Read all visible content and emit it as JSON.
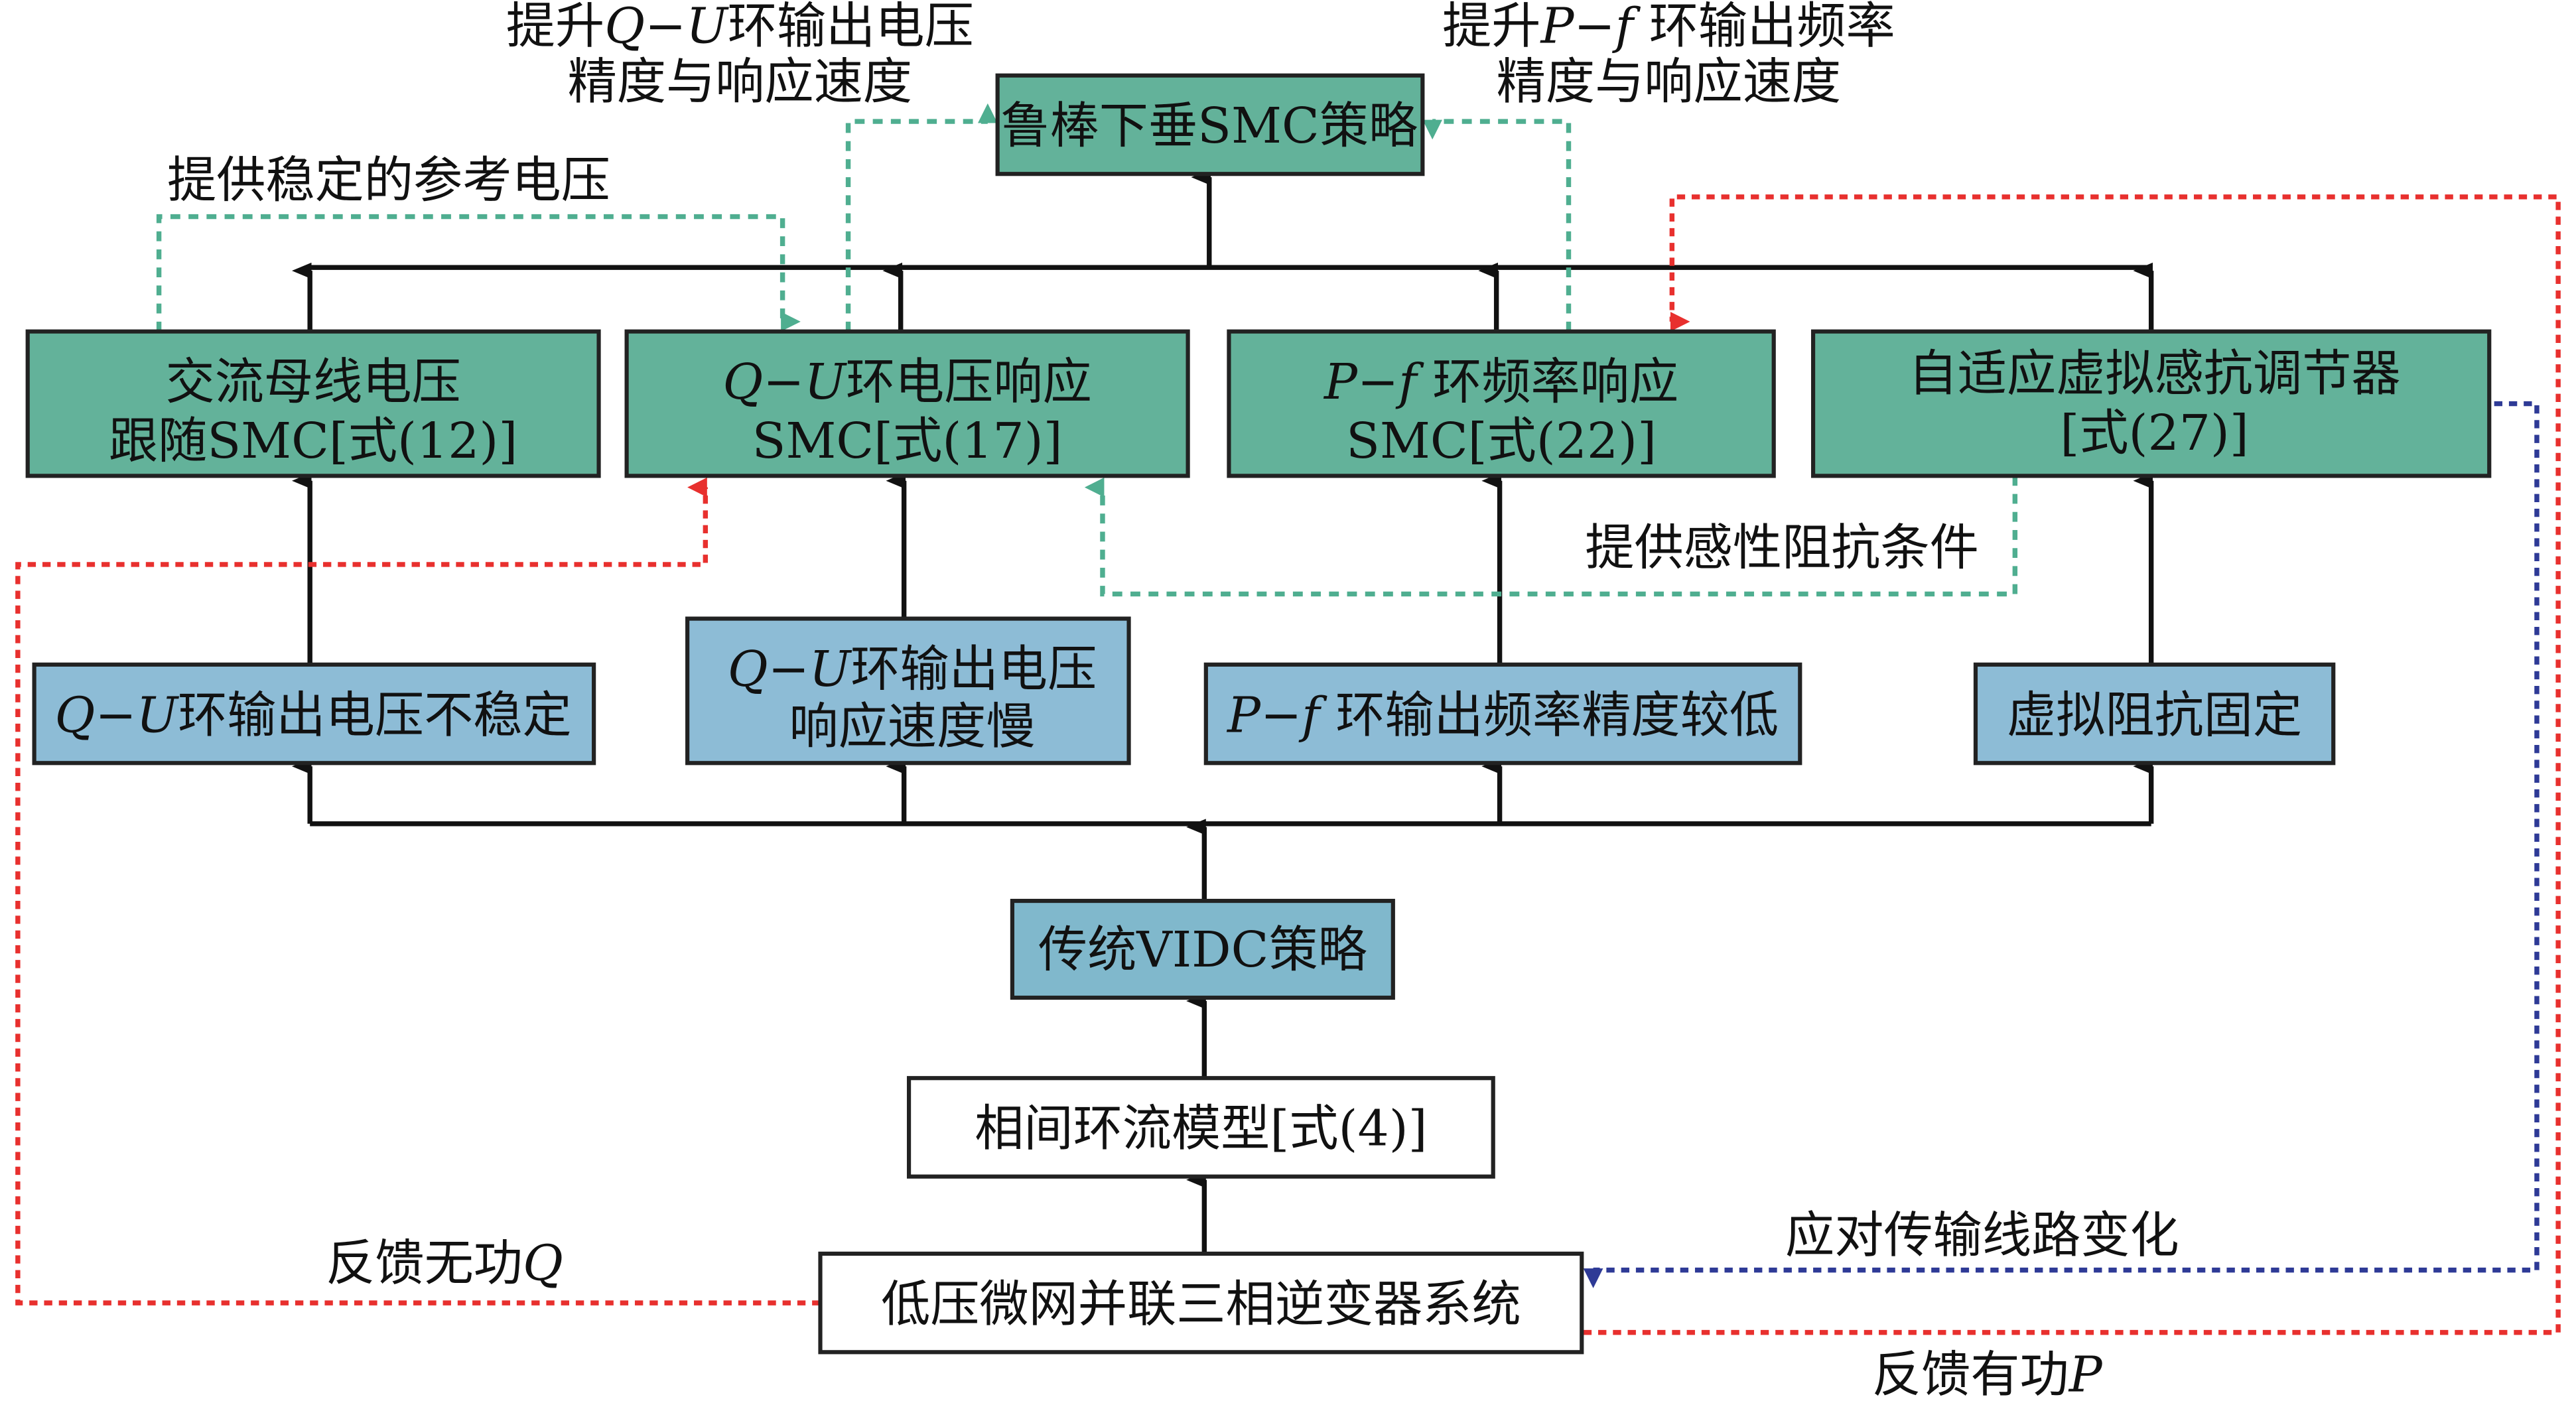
{
  "colors": {
    "smc_box": "#63b29a",
    "problem_box": "#8dbcd6",
    "white_box": "#ffffff",
    "green_dash": "#4fae90",
    "red_dash": "#e8302e",
    "blue_dash": "#2e3a96",
    "solid_arrow": "#111111"
  },
  "top": {
    "robust_droop": "鲁棒下垂SMC策略"
  },
  "smc_boxes": [
    {
      "line1": "交流母线电压",
      "line2": "跟随SMC[式(12)]"
    },
    {
      "line1_var": "Q−U",
      "line1": "环电压响应",
      "line2": "SMC[式(17)]"
    },
    {
      "line1_var": "P−f",
      "line1": " 环频率响应",
      "line2": "SMC[式(22)]"
    },
    {
      "line1": "自适应虚拟感抗调节器",
      "line2": "[式(27)]"
    }
  ],
  "problem_boxes": [
    {
      "var": "Q−U",
      "text": "环输出电压不稳定"
    },
    {
      "var": "Q−U",
      "text": "环输出电压",
      "line2": "响应速度慢"
    },
    {
      "var": "P−f",
      "text": " 环输出频率精度较低"
    },
    {
      "text": "虚拟阻抗固定"
    }
  ],
  "vidc": "传统VIDC策略",
  "model": "相间环流模型[式(4)]",
  "system": "低压微网并联三相逆变器系统",
  "annotations": {
    "qu_improve_prefix": "提升",
    "qu_improve_var": "Q−U",
    "qu_improve_suffix": "环输出电压",
    "qu_improve_line2": "精度与响应速度",
    "pf_improve_prefix": "提升",
    "pf_improve_var": "P−f",
    "pf_improve_suffix": " 环输出频率",
    "pf_improve_line2": "精度与响应速度",
    "stable_ref": "提供稳定的参考电压",
    "inductive": "提供感性阻抗条件",
    "line_change": "应对传输线路变化",
    "feedback_q_prefix": "反馈无功",
    "feedback_q_var": "Q",
    "feedback_p_prefix": "反馈有功",
    "feedback_p_var": "P"
  }
}
